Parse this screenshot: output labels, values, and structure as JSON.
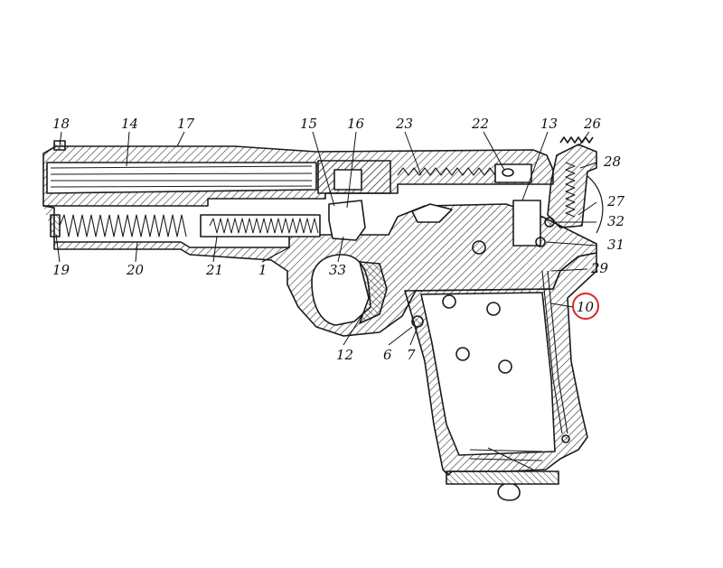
{
  "diagram": {
    "labels": {
      "l1": "1",
      "l6": "6",
      "l7": "7",
      "l10": "10",
      "l12": "12",
      "l13": "13",
      "l14": "14",
      "l15": "15",
      "l16": "16",
      "l17": "17",
      "l18": "18",
      "l19": "19",
      "l20": "20",
      "l21": "21",
      "l22": "22",
      "l23": "23",
      "l26": "26",
      "l27": "27",
      "l28": "28",
      "l29": "29",
      "l31": "31",
      "l32": "32",
      "l33": "33"
    },
    "highlight": {
      "label": "10",
      "color": "#d62828"
    },
    "line_color": "#1a1a1a",
    "hatch_color": "#333333"
  }
}
